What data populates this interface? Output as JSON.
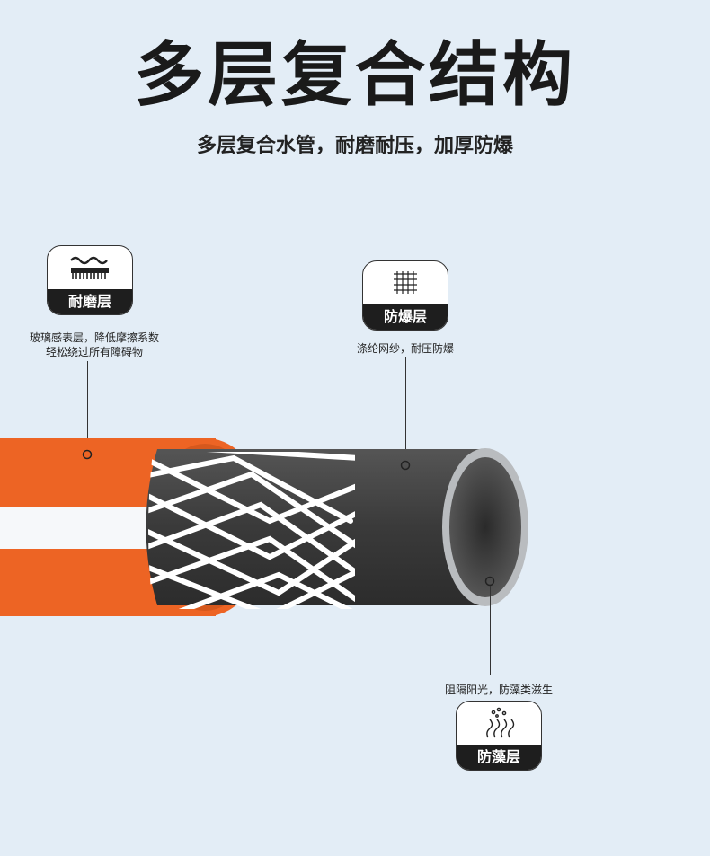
{
  "header": {
    "title": "多层复合结构",
    "subtitle": "多层复合水管，耐磨耐压，加厚防爆"
  },
  "layers": [
    {
      "name": "耐磨层",
      "icon": "wear-layer-icon",
      "desc_lines": [
        "玻璃感表层，降低摩擦系数",
        "轻松绕过所有障碍物"
      ]
    },
    {
      "name": "防爆层",
      "icon": "grid-mesh-icon",
      "desc_lines": [
        "涤纶网纱，耐压防爆"
      ]
    },
    {
      "name": "防藻层",
      "icon": "algae-icon",
      "desc_lines": [
        "阻隔阳光，防藻类滋生"
      ]
    }
  ],
  "colors": {
    "background": "#e3edf6",
    "outer_layer": "#ed6424",
    "stripe": "#f6f8fa",
    "mesh": "#ffffff",
    "inner_tube": "#3c3c3c",
    "badge_label_bg": "#1e1e1e"
  }
}
